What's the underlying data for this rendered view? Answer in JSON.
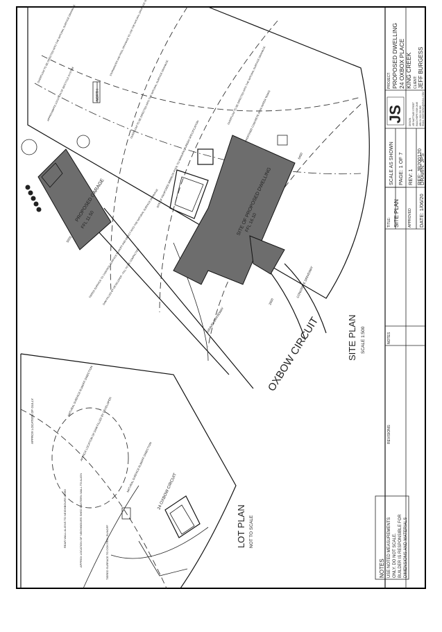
{
  "title_block": {
    "project_label": "PROJECT:",
    "project_lines": [
      "PROPOSED DWELLING",
      "24 OXBOX PLACE",
      "KING CREEK"
    ],
    "client_label": "CLIENT:",
    "client_name": "JEFF BURGESS",
    "logo_initials": "JS",
    "firm_lines": [
      "DESIGN",
      "455 WATTAGE STREET",
      "WAUCHOPE NSW 2446",
      "ABN 24 901 299 385",
      "EMAIL JSDESIGNS@GMAIL.COM"
    ],
    "scale_label": "SCALE AS SHOWN",
    "page_label": "PAGE: 1 OF 7",
    "rev_label": "REV: 1",
    "ref_label": "REF: JB200120",
    "drawn_label": "DRAWN: JPS",
    "title_label": "TITLE:",
    "title_value": "SITE PLAN",
    "approved_label": "APPROVED",
    "date_label": "DATE: 1/06/20",
    "notes_label": "NOTES",
    "revisions_label": "REVISIONS:"
  },
  "notes_box": {
    "heading": "NOTES",
    "lines": [
      "USE NOTED MEASUREMENTS",
      "ONLY. DO NOT SCALE.",
      "BUILDER IS RESPONSIBLE FOR",
      "DIMENSIONS AND MATERIALS"
    ]
  },
  "site_plan": {
    "title": "SITE PLAN",
    "scale": "SCALE 1:500",
    "street_name": "OXBOW CIRCUIT",
    "dwelling_label": "SITE OF PROPOSED DWELLING",
    "dwelling_ffl": "FFL 16.10",
    "garage_label": "PROPOSED GARAGE",
    "garage_ffl": "FFL 11.50",
    "pool_label": "SITE OF PROPOSED 30000LTR POOL TO MANUFACTURERS SPECIFICATION",
    "rainwater_label": "PROPOSED CONCRETE RAIN WATER TANKS",
    "concrete_driveway": "CONCRETE DRIVEWAY",
    "gravel_driveway": "GRAVEL DRIVEWAY",
    "north_label": "NORTH",
    "dim_5000": "5000",
    "dim_6450": "6450",
    "dim_2900": "2900",
    "overflow_natural": "OVERFLOW TO BE DIRECTED INTO THE NATURAL SURFACE DRAINAGE",
    "overflow_natural_2": "OVERFLOW TO BE DIRECTED INTO THE NATURAL SURFACE DRAINAGE",
    "overflow_natural_3": "OVERFLOW TO BE DIRECTED INTO THE NATURAL SURFACE DRAINAGE",
    "stormwater_note": "STORMWATER AND POOL DRAINAGE TO USE THE NATURAL DRAINAGE SIMILAR TO THE DRAINAGE USED BY THE NOW FILLED DAM AND INTO THE EXISTING GULLY THAT DRAINS INTO KING CREEK",
    "septic_note": "APPROXIMATE LOCATION OF BIOCYCLE SYSTEM",
    "tiered_note": "TIERED SURFACE TO CONTROL SURFACE RUNOFF AND DIRECT INTO THE NATURAL SURFACE DRAINAGE",
    "dam_filled_note": "DAM FILLED BY DEVELOPER - FILL TO BE COMPACTED"
  },
  "lot_plan": {
    "title": "LOT PLAN",
    "scale": "NOT TO SCALE",
    "street_name": "24 OXBOW CIRCUIT",
    "gully_note": "APPROX LOCATION OF GULLY",
    "dam_note": "APPROX LOCATION OF DAM FILLED BY DEVELOPER",
    "runoff_1": "NATURAL SURFACE RUNOFF DIRECTION",
    "runoff_2": "NATURAL SURFACE RUNOFF DIRECTION",
    "rear_wall_note": "REAR WALL ALIGNS TO NEIGHBOURS SHED",
    "shed_note": "APPROX LOCATION OF NEIGHBOURS SHED EASTERN WALL TO ALIGN",
    "tiered_note": "TIERED SURFACE TO CONTROL RUNOFF"
  }
}
